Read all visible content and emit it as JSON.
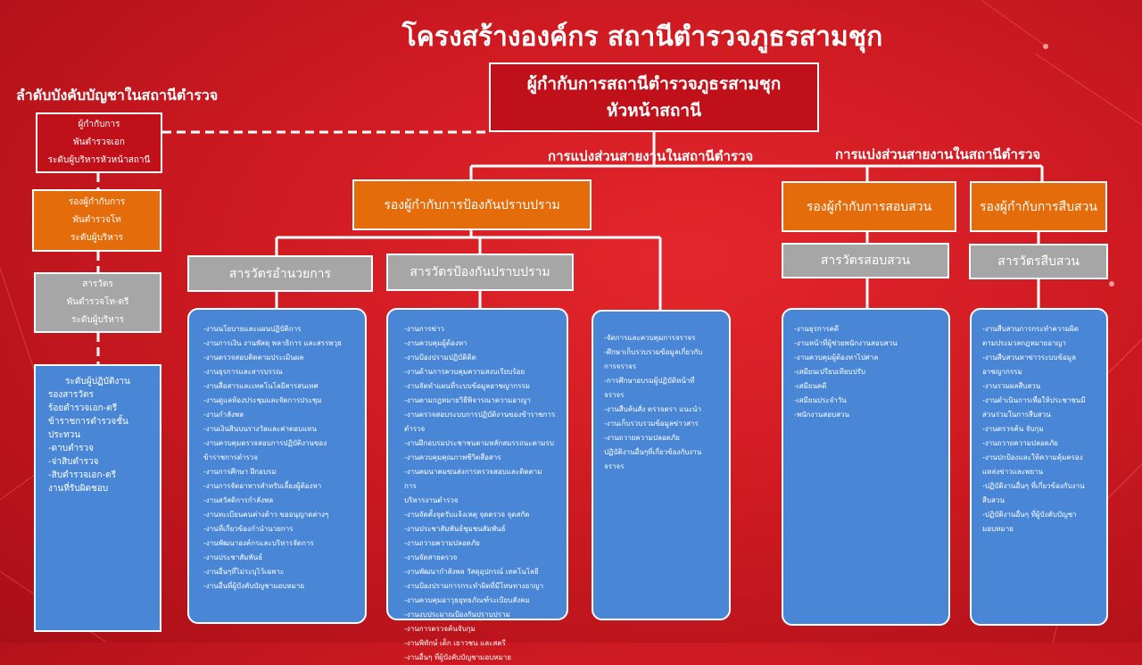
{
  "title": "โครงสร้างองค์กร สถานีตำรวจภูธรสามชุก",
  "command_label": "ลำดับบังคับบัญชาในสถานีตำรวจ",
  "division_labels": [
    "การแบ่งส่วนสายงานในสถานีตำรวจ",
    "การแบ่งส่วนสายงานในสถานีตำรวจ"
  ],
  "top_box": {
    "line1": "ผู้กำกับการสถานีตำรวจภูธรสามชุก",
    "line2": "หัวหน้าสถานี"
  },
  "left_chain": {
    "superintendent": [
      "ผู้กำกับการ",
      "พันตำรวจเอก",
      "ระดับผู้บริหารหัวหน้าสถานี"
    ],
    "deputy": [
      "รองผู้กำกับการ",
      "พันตำรวจโท",
      "ระดับผู้บริหาร"
    ],
    "inspector": [
      "สารวัตร",
      "พันตำรวจโท-ตรี",
      "ระดับผู้บริหาร"
    ],
    "operational": {
      "heading": "ระดับผู้ปฏิบัติงาน",
      "lines": [
        "รองสารวัตร",
        "ร้อยตำรวจเอก-ตรี",
        "ข้าราชการตำรวจชั้น",
        "ประทวน",
        "-ดาบตำรวจ",
        "-จ่าสิบตำรวจ",
        "-สิบตำรวจเอก-ตรี",
        "งานที่รับผิดชอบ"
      ]
    }
  },
  "deputies": {
    "prevention": "รองผู้กำกับการป้องกันปราบปราม",
    "investigation": "รองผู้กำกับการสอบสวน",
    "detective": "รองผู้กำกับการสืบสวน"
  },
  "inspectors": {
    "admin": "สารวัตรอำนวยการ",
    "prevention": "สารวัตรป้องกันปราบปราม",
    "investigation": "สารวัตรสอบสวน",
    "detective": "สารวัตรสืบสวน"
  },
  "duties": {
    "admin": [
      "-งานนโยบายและแผนปฏิบัติการ",
      "-งานการเงิน งานพัสดุ พลาธิการ และสรรพวุธ",
      "-งานตรวจสอบติดตามประเมินผล",
      "-งานธุรการและสารบรรณ",
      "-งานสื่อสารและเทคโนโลยีสารสนเทศ",
      "-งานดูแลห้องประชุมและจัดการประชุม",
      "-งานกำลังพล",
      "-งานเงินสินบนรางวัลและค่าตอบแทน",
      "-งานควบคุมตรวจสอบการปฏิบัติงานของ",
      "ข้าราชการตำรวจ",
      "-งานการศึกษา ฝึกอบรม",
      "-งานการจัดอาหารสำหรับเลี้ยงผู้ต้องหา",
      "-งานสวัสดิการกำลังพล",
      "-งานทะเบียนคนต่างด้าว ขออนุญาตต่างๆ",
      "-งานที่เกี่ยวข้องกำนำนวยการ",
      "-งานพัฒนาองค์กรและบริหารจัดการ",
      "-งานประชาสัมพันธ์",
      "-งานอื่นๆที่ไม่ระบุไว้เฉพาะ",
      "-งานอื่นที่ผู้บังคับบัญชามอบหมาย"
    ],
    "prevention": [
      "-งานการข่าว",
      "-งานควบคุมผู้ต้องหา",
      "-งานป้องปรามปฏิบัติติด",
      "-งานด้านการควบคุมความสงบเรียบร้อย",
      "-งานจัดทำแผนที่ระบบข้อมูลอาชญากรรม",
      "-งานตามกฎหมายวิธีพิจารณาความอาญา",
      "-งานตรวจสอบระบบการปฏิบัติงานของข้าราชการ",
      "ตำรวจ",
      "-งานฝึกอบรมประชาชนตามหลักสมรรถนะตามรบ",
      "-งานควบคุมคุณภาพชีวิตสื่อสาร",
      "-งานคมนาคมขนส่งการตรวจสอบและติดตาม การ",
      "บริหารงานตำรวจ",
      "-งานจัดตั้งจุดรับแจ้งเหตุ จุดตรวจ จุดสกัด",
      "-งานประชาสัมพันธ์ชุมชนสัมพันธ์",
      "-งานถวายความปลอดภัย",
      "-งานจัดสายตรวจ",
      "-งานพัฒนากำลังพล วัสดุอุปกรณ์ เทคโนโลยี",
      "-งานป้องปรามการกระทำผิดที่มีโทษทางอาญา",
      "-งานควบคุมอาวุธยุทธภัณฑ์ระเบียบสังคม",
      "-งานงบประมาณป้องกันปราบปราม",
      "-งานการตรวจค้นจับกุม",
      "-งานพิทักษ์ เด็ก เยาวชน และสตรี",
      "-งานอื่นๆ ที่ผู้บังคับบัญชามอบหมาย"
    ],
    "traffic": [
      "-จัดการและควบคุมการจราจร",
      "-ศึกษาเก็บรวบรวมข้อมูลเกี่ยวกับ",
      "การจราจร",
      "-การศึกษาอบรมผู้ปฏิบัติหน้าที่",
      "จราจร",
      "-งานสืบค้นสั่ง ตรวจตรา แนะนำ",
      "-งานเก็บรวบรวมข้อมูลข่าวสาร",
      "-งานถวายความปลอดภัย",
      "ปฏิบัติงานอื่นๆที่เกี่ยวข้องกับงาน",
      "จราจร"
    ],
    "investigation": [
      "-งานธุรการคดี",
      "-งานหน้าที่ผู้ช่วยพนักงานสอบสวน",
      "-งานควบคุมผู้ต้องหาไปศาล",
      "-เสมียนเปรียบเทียบปรับ",
      "-เสมียนคดี",
      "-เสมียนประจำวัน",
      "-พนักงานสอบสวน"
    ],
    "detective": [
      "-งานสืบสวนการกระทำความผิด",
      "ตามประมวลกฎหมายอาญา",
      "-งานสืบสวนหาข่าวระบบข้อมูล",
      "อาชญากรรม",
      "-งานรวมผลสืบสวน",
      "-งานดำเนินการเพื่อให้ประชาชนมี",
      "ส่วนร่วมในการสืบสวน",
      "-งานตรวจค้น จับกุม",
      "-งานถวายความปลอดภัย",
      "-งานปกป้องและให้ความคุ้มครอง",
      "แหล่งข่าวและพยาน",
      "-ปฏิบัติงานอื่นๆ ที่เกี่ยวข้องกับงาน",
      "สืบสวน",
      "-ปฏิบัติงานอื่นๆ ที่ผู้บังคับบัญชา",
      "มอบหมาย"
    ]
  },
  "colors": {
    "background": "#cf1a22",
    "top_box": "#c0101a",
    "deputy_box": "#e46c0a",
    "inspector_box": "#a6a6a6",
    "duty_box": "#4a86d6"
  }
}
